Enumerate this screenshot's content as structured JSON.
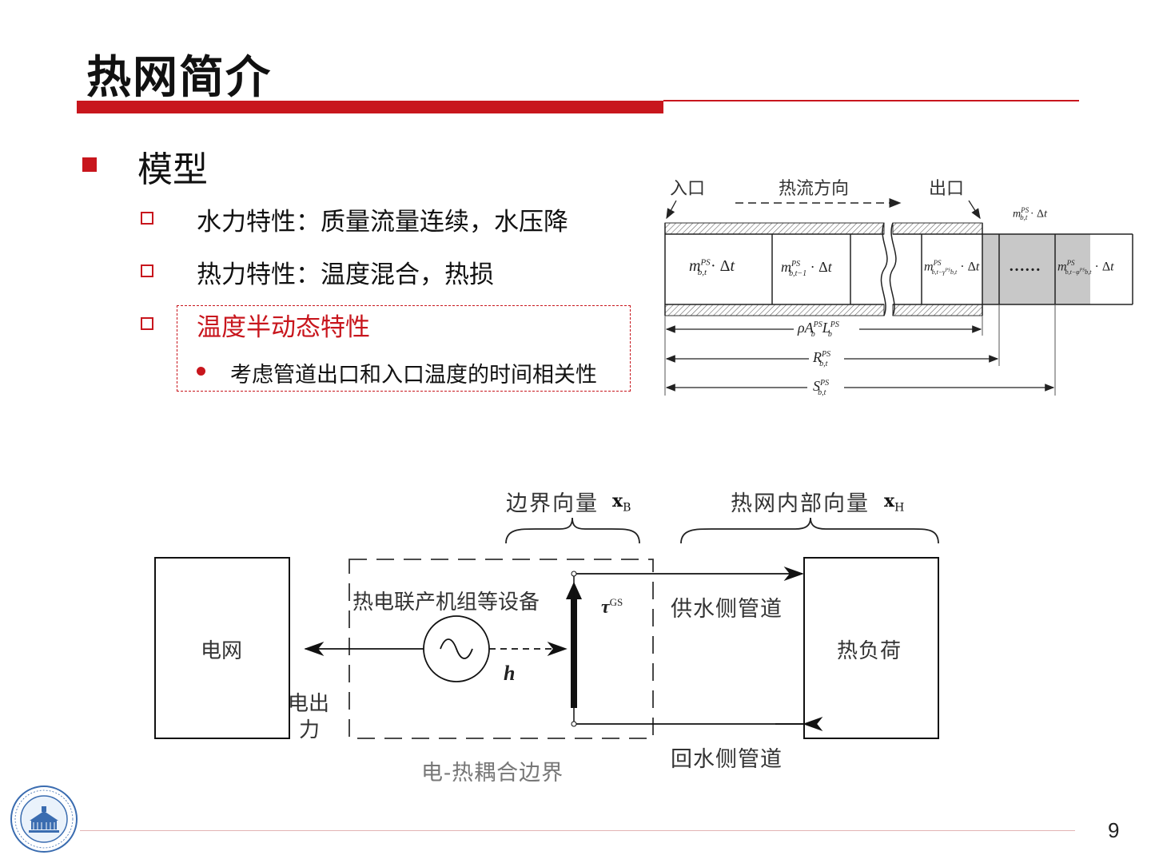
{
  "slide": {
    "title": "热网简介",
    "page_number": "9",
    "accent_color": "#c8161d"
  },
  "outline": {
    "heading": "模型",
    "items": [
      {
        "label": "水力特性：质量流量连续，水压降"
      },
      {
        "label": "热力特性：温度混合，热损"
      },
      {
        "label": "温度半动态特性",
        "sub": "考虑管道出口和入口温度的时间相关性"
      }
    ]
  },
  "pipe_diagram": {
    "inlet": "入口",
    "flow_direction": "热流方向",
    "outlet": "出口",
    "outside_cell": "m_{b,t}^{PS} · Δt",
    "cells": [
      "m_{b,t}^{PS} · Δt",
      "m_{b,t-1}^{PS} · Δt",
      "m_{b,t-γ_{b,t}^{PS}}^{PS} · Δt",
      "……",
      "m_{b,t-φ_{b,t}^{PS}}^{PS} · Δt"
    ],
    "dimensions": [
      "ρA_b^{PS}L_b^{PS}",
      "R_{b,t}^{PS}",
      "S_{b,t}^{PS}"
    ]
  },
  "coupling_diagram": {
    "boundary_vector": "边界向量",
    "boundary_symbol": "x",
    "boundary_sub": "B",
    "internal_vector": "热网内部向量",
    "internal_symbol": "x",
    "internal_sub": "H",
    "grid": "电网",
    "chp": "热电联产机组等设备",
    "power_output": [
      "电出",
      "力"
    ],
    "h": "h",
    "tau": "τ",
    "tau_sup": "GS",
    "supply_pipe": "供水侧管道",
    "return_pipe": "回水侧管道",
    "heat_load": "热负荷",
    "boundary_caption": "电-热耦合边界"
  }
}
